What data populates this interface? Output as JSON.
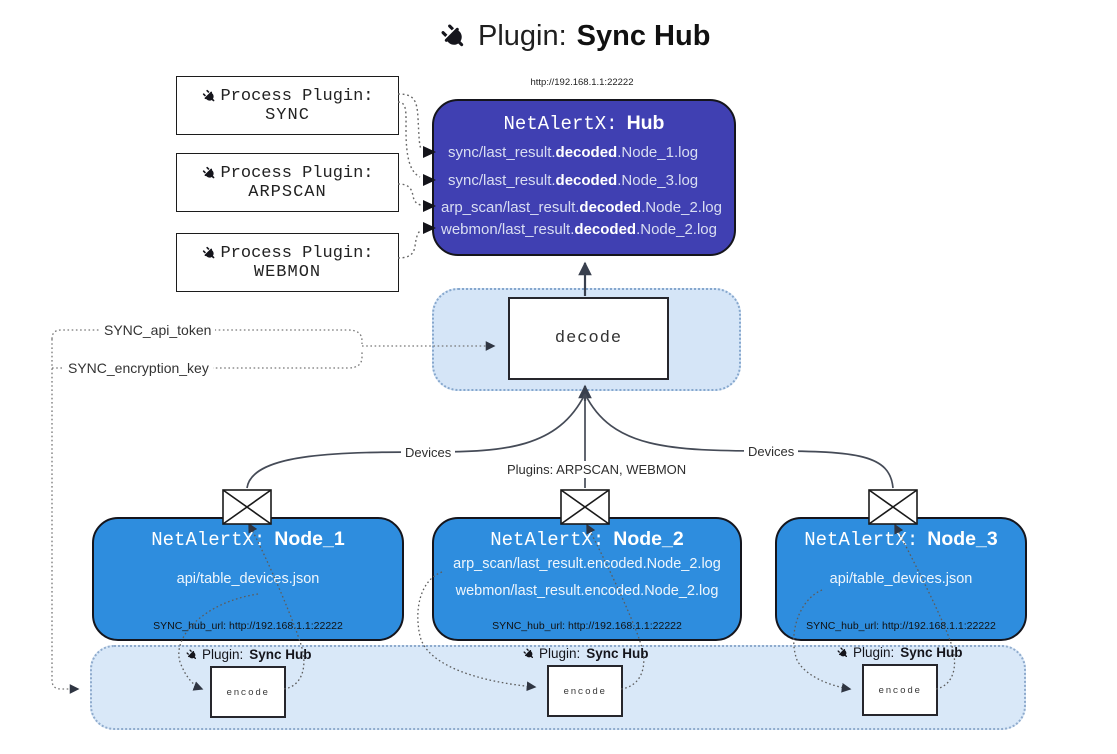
{
  "title": {
    "prefix": "Plugin:",
    "name": "Sync Hub"
  },
  "process_plugins": [
    {
      "label": "Process Plugin:",
      "name": "SYNC"
    },
    {
      "label": "Process Plugin:",
      "name": "ARPSCAN"
    },
    {
      "label": "Process Plugin:",
      "name": "WEBMON"
    }
  ],
  "hub": {
    "url": "http://192.168.1.1:22222",
    "name_prefix": "NetAlertX:",
    "name": "Hub",
    "logs": [
      {
        "pre": "sync/last_result.",
        "bold": "decoded",
        "post": ".Node_1.log"
      },
      {
        "pre": "sync/last_result.",
        "bold": "decoded",
        "post": ".Node_3.log"
      },
      {
        "pre": "arp_scan/last_result.",
        "bold": "decoded",
        "post": ".Node_2.log"
      },
      {
        "pre": "webmon/last_result.",
        "bold": "decoded",
        "post": ".Node_2.log"
      }
    ]
  },
  "decode": {
    "label": "decode"
  },
  "keys": {
    "api_token": "SYNC_api_token",
    "encryption_key": "SYNC_encryption_key"
  },
  "edge_labels": {
    "left": "Devices",
    "center": "Plugins: ARPSCAN, WEBMON",
    "right": "Devices"
  },
  "nodes": [
    {
      "name_prefix": "NetAlertX:",
      "name": "Node_1",
      "files": [
        "api/table_devices.json"
      ],
      "hub_url": "SYNC_hub_url: http://192.168.1.1:22222"
    },
    {
      "name_prefix": "NetAlertX:",
      "name": "Node_2",
      "files": [
        "arp_scan/last_result.encoded.Node_2.log",
        "webmon/last_result.encoded.Node_2.log"
      ],
      "hub_url": "SYNC_hub_url: http://192.168.1.1:22222"
    },
    {
      "name_prefix": "NetAlertX:",
      "name": "Node_3",
      "files": [
        "api/table_devices.json"
      ],
      "hub_url": "SYNC_hub_url: http://192.168.1.1:22222"
    }
  ],
  "sync_band": {
    "sections": [
      {
        "label_prefix": "Plugin:",
        "label_name": "Sync Hub",
        "encode": "encode"
      },
      {
        "label_prefix": "Plugin:",
        "label_name": "Sync Hub",
        "encode": "encode"
      },
      {
        "label_prefix": "Plugin:",
        "label_name": "Sync Hub",
        "encode": "encode"
      }
    ]
  },
  "colors": {
    "hub_fill": "#4040b2",
    "node_fill": "#2e8dde",
    "band_fill": "#d9e8f8",
    "band_border": "#8fabcd",
    "curve": "#454b57",
    "arrow": "#39404e",
    "dotted": "#666666"
  }
}
